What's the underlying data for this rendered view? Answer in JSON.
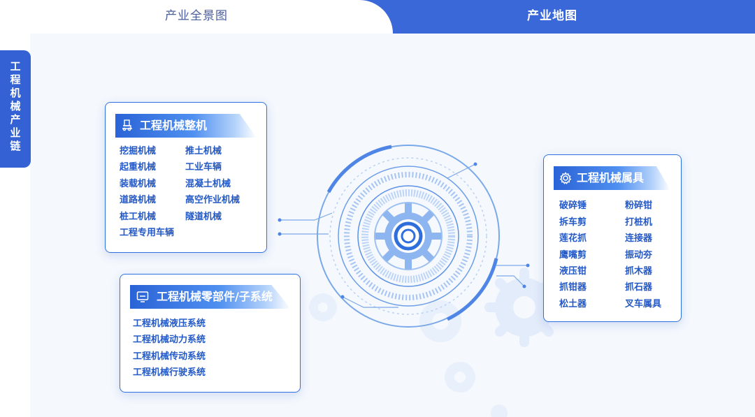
{
  "tabs": {
    "panorama_label": "产业全景图",
    "map_label": "产业地图"
  },
  "side_tab": {
    "label_chars": [
      "工",
      "程",
      "机",
      "械",
      "产",
      "业",
      "链"
    ]
  },
  "cards": {
    "machines": {
      "title": "工程机械整机",
      "icon": "forklift-icon",
      "items": [
        "挖掘机械",
        "推土机械",
        "起重机械",
        "工业车辆",
        "装载机械",
        "混凝土机械",
        "道路机械",
        "高空作业机械",
        "桩工机械",
        "隧道机械",
        "工程专用车辆"
      ]
    },
    "parts": {
      "title": "工程机械零部件/子系统",
      "icon": "monitor-icon",
      "items": [
        "工程机械液压系统",
        "工程机械动力系统",
        "工程机械传动系统",
        "工程机械行驶系统"
      ]
    },
    "attachments": {
      "title": "工程机械属具",
      "icon": "gear-icon",
      "items": [
        "破碎锤",
        "粉碎钳",
        "拆车剪",
        "打桩机",
        "莲花抓",
        "连接器",
        "鹰嘴剪",
        "振动夯",
        "液压钳",
        "抓木器",
        "抓钳器",
        "抓石器",
        "松土器",
        "叉车属具"
      ]
    }
  },
  "colors": {
    "accent": "#3a68d8",
    "text_blue": "#2459c6",
    "background": "#f5f8fd"
  }
}
